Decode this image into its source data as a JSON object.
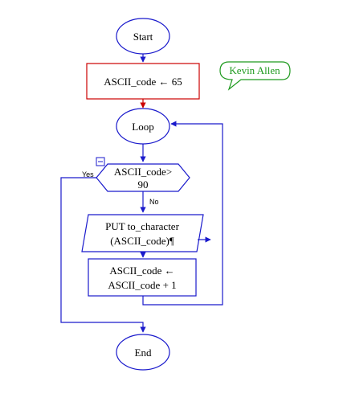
{
  "colors": {
    "flow": "#1a1acc",
    "init_box": "#cc0000",
    "init_arrow": "#cc0000",
    "comment": "#1f9a1f"
  },
  "nodes": {
    "start": "Start",
    "assign_init": "ASCII_code ← 65",
    "loop": "Loop",
    "decision_line1": "ASCII_code>",
    "decision_line2": "90",
    "output_line1": "PUT to_character",
    "output_line2": "(ASCII_code)¶",
    "increment_line1": "ASCII_code ←",
    "increment_line2": "ASCII_code + 1",
    "end": "End"
  },
  "branch_labels": {
    "yes": "Yes",
    "no": "No"
  },
  "comment": {
    "text": "Kevin Allen"
  },
  "icons": {
    "collapse": "collapse-box-icon"
  }
}
